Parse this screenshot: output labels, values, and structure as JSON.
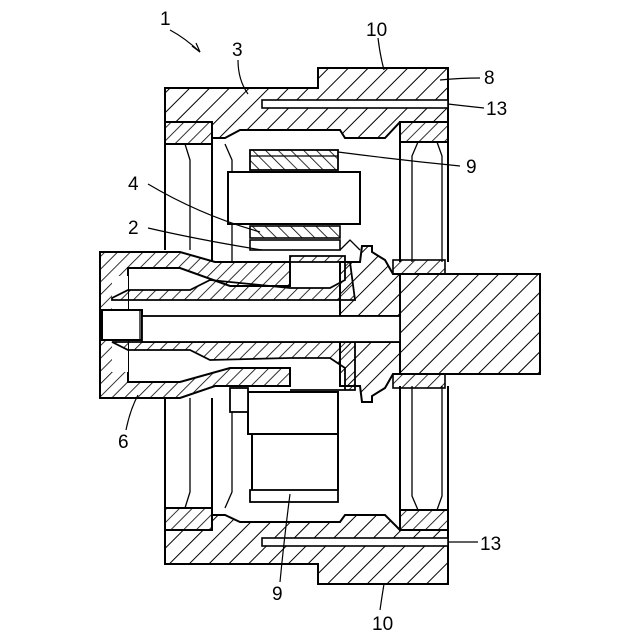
{
  "labels": {
    "assembly": "1",
    "housing": "3",
    "cover_top": "10",
    "cover_bottom": "10",
    "flange": "8",
    "gap_top": "13",
    "gap_bottom": "13",
    "bearing_top": "9",
    "bearing_bottom": "9",
    "rotor": "4",
    "sleeve": "2",
    "tube": "6"
  },
  "colors": {
    "line": "#000000",
    "background": "#ffffff"
  }
}
